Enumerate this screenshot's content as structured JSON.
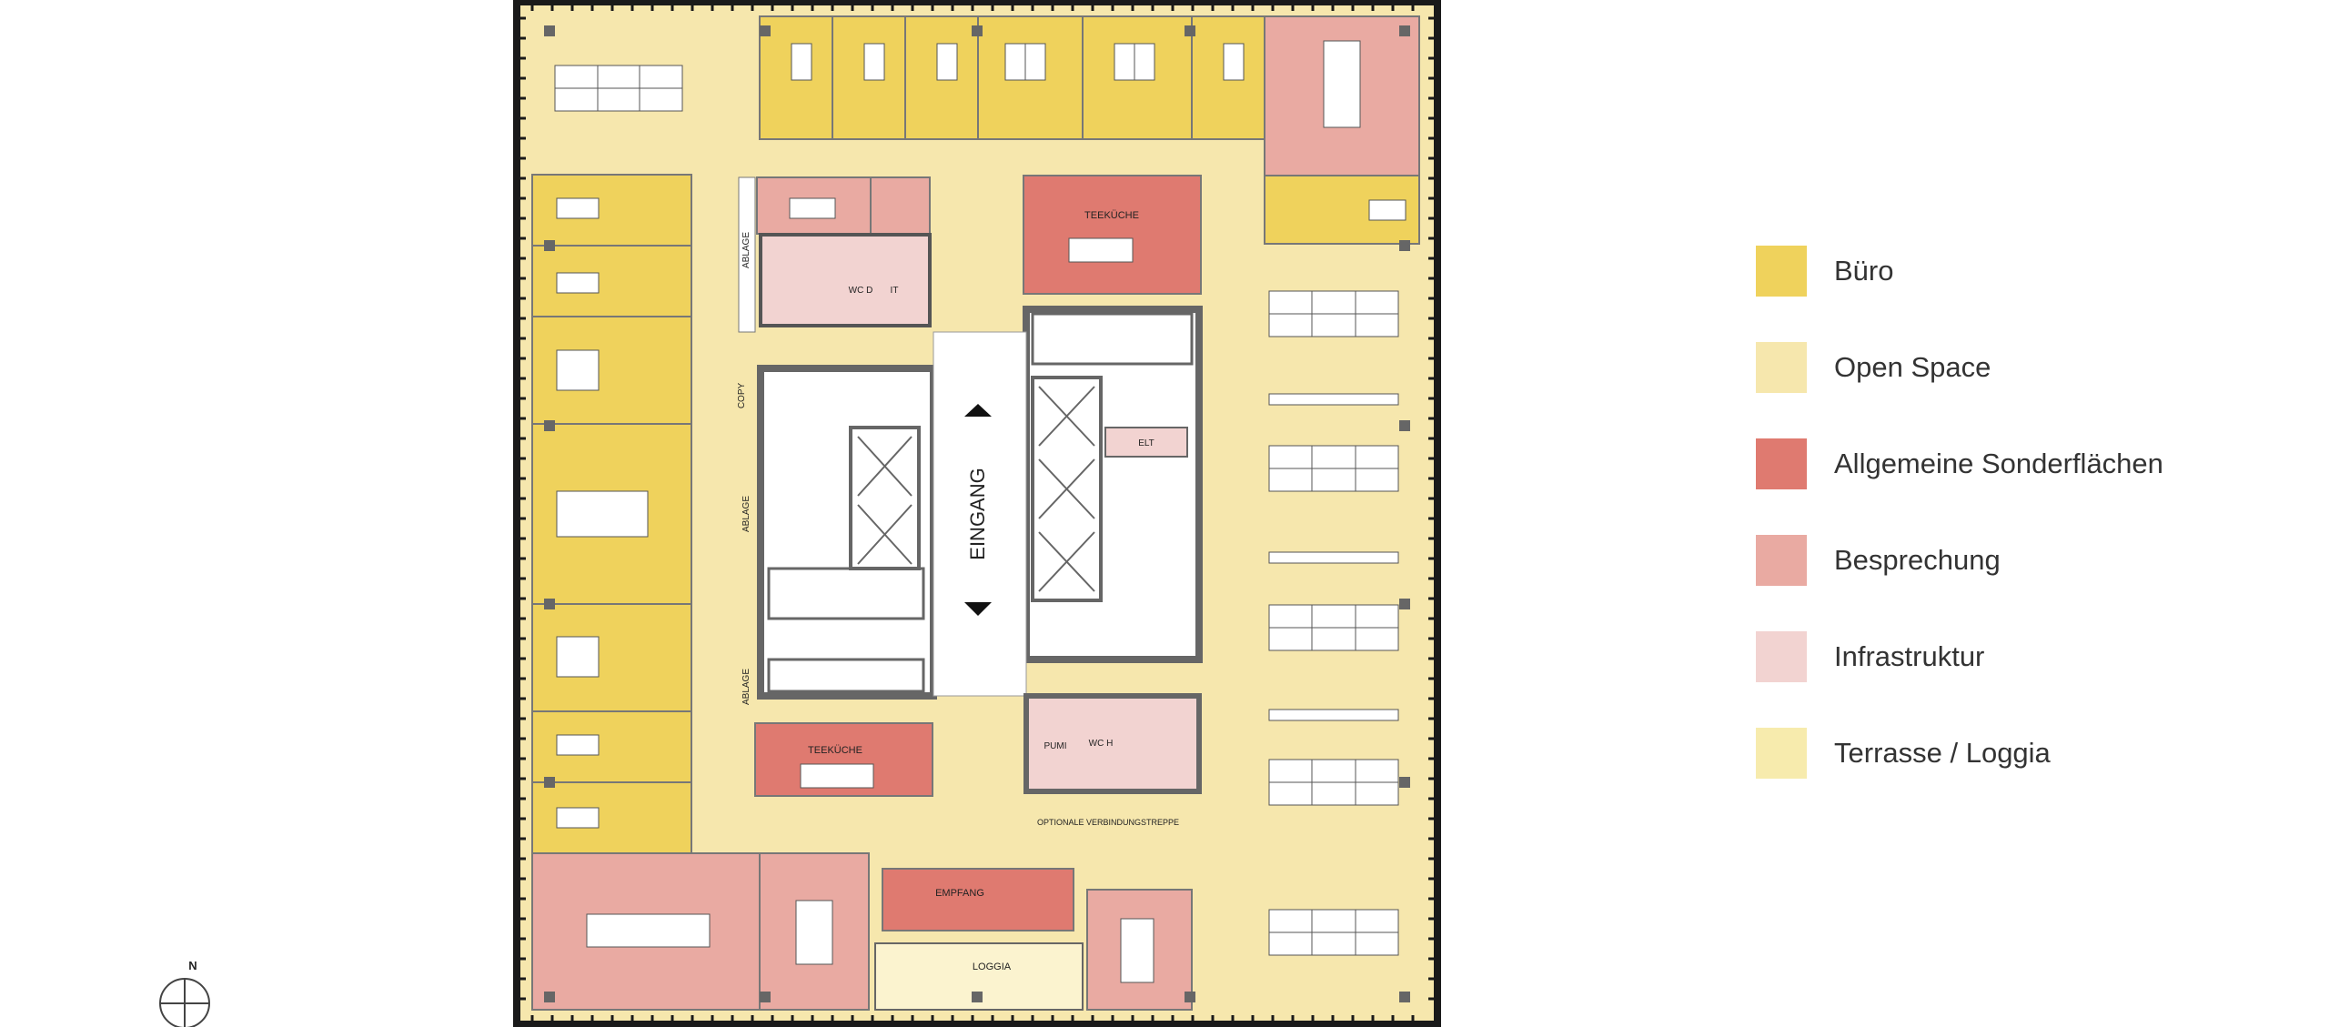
{
  "legend": {
    "items": [
      {
        "label": "Büro",
        "color": "#efd25c"
      },
      {
        "label": "Open Space",
        "color": "#f6e7ad"
      },
      {
        "label": "Allgemeine Sonderflächen",
        "color": "#df7a70"
      },
      {
        "label": "Besprechung",
        "color": "#e9aaa2"
      },
      {
        "label": "Infrastruktur",
        "color": "#f2d3d1"
      },
      {
        "label": "Terrasse / Loggia",
        "color": "#f7ebad"
      }
    ]
  },
  "plan": {
    "labels": {
      "entrance": "EINGANG",
      "tea_kitchen_top": "TEEKÜCHE",
      "tea_kitchen_bottom": "TEEKÜCHE",
      "reception": "EMPFANG",
      "loggia": "LOGGIA",
      "wc_d": "WC D",
      "it": "IT",
      "elt": "ELT",
      "pumi": "PUMI",
      "wc_h": "WC H",
      "copy": "COPY",
      "ablage_1": "ABLAGE",
      "ablage_2": "ABLAGE",
      "ablage_3": "ABLAGE",
      "stair_note": "OPTIONALE VERBINDUNGSTREPPE"
    },
    "compass_label": "N"
  }
}
